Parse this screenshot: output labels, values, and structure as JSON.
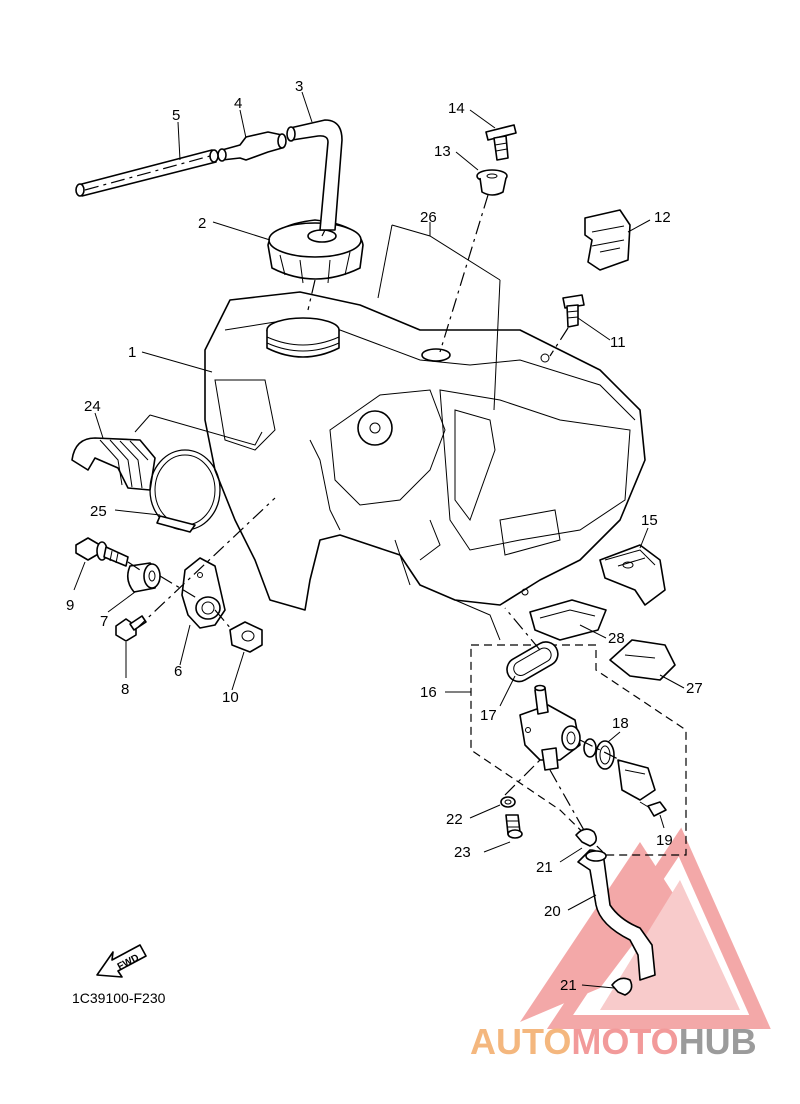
{
  "diagram": {
    "reference_code": "1C39100-F230",
    "fwd_label": "FWD",
    "callouts": [
      "1",
      "2",
      "3",
      "4",
      "5",
      "6",
      "7",
      "8",
      "9",
      "10",
      "11",
      "12",
      "13",
      "14",
      "15",
      "16",
      "17",
      "18",
      "19",
      "20",
      "21",
      "21",
      "22",
      "23",
      "24",
      "25",
      "26",
      "27",
      "28"
    ]
  },
  "watermark": {
    "part1": "AUTO",
    "part2": "MOTO",
    "part3": "HUB",
    "colors": {
      "orange": "#f4b77e",
      "pink": "#f29a9a",
      "gray": "#9b9b9b",
      "triangle": "#f08a8a"
    }
  }
}
